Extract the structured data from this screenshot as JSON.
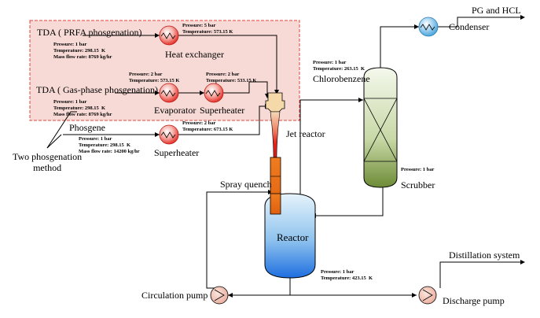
{
  "inputs": {
    "prfa": {
      "title": "TDA ( PRFA phosgenation)",
      "conditions": "Pressure: 1 bar\nTemperature: 298.15  K\nMass flow rate: 8769 kg/hr"
    },
    "gas_phase": {
      "title": "TDA ( Gas-phase phosgenation)",
      "conditions": "Pressure: 1 bar\nTemperature: 298.15  K\nMass flow rate: 8769 kg/hr"
    },
    "phosgene": {
      "title": "Phosgene",
      "conditions": "Pressure: 1 bar\nTemperature: 298.15  K\nMass flow rate: 14200 kg/hr"
    }
  },
  "method_label": "Two phosgenation\nmethod",
  "equipment": {
    "heat_exchanger": {
      "label": "Heat exchanger",
      "conditions": "Pressure: 5 bar\nTemperature: 573.15 K"
    },
    "evaporator": {
      "label": "Evaporator",
      "conditions": "Pressure: 2 bar\nTemperature: 573.15 K"
    },
    "superheater_top": {
      "label": "Superheater",
      "conditions": "Pressure: 2 bar\nTemperature: 533.15 K"
    },
    "superheater_bottom": {
      "label": "Superheater",
      "conditions": "Pressure: 2 bar\nTemperature: 673.15 K"
    },
    "jet_reactor": {
      "label": "Jet reactor"
    },
    "spray_quench": {
      "label": "Spray quench"
    },
    "reactor": {
      "label": "Reactor"
    },
    "scrubber": {
      "label": "Scrubber",
      "conditions": "Pressure: 1 bar"
    },
    "condenser": {
      "label": "Condenser"
    },
    "circulation_pump": {
      "label": "Circulation pump"
    },
    "discharge_pump": {
      "label": "Discharge pump",
      "conditions": "Pressure: 1 bar\nTemperature: 423.15  K"
    }
  },
  "streams": {
    "chlorobenzene": {
      "label": "Chlorobenzene",
      "conditions": "Pressure: 1 bar\nTemperature: 263.15  K"
    },
    "pg_hcl": {
      "label": "PG and HCL"
    },
    "distillation": {
      "label": "Distillation system"
    }
  },
  "colors": {
    "dashed_box_border": "#e0443c",
    "dashed_box_fill": "#f7dad6",
    "heater_red": "#e0231b",
    "condenser_blue": "#3f9fd8",
    "reactor_top": "#e6f3fb",
    "reactor_bottom": "#1f6fe0",
    "scrubber_top": "#f4f8ec",
    "scrubber_bottom": "#6c8b35",
    "pump_fill": "#f2c9bd"
  }
}
